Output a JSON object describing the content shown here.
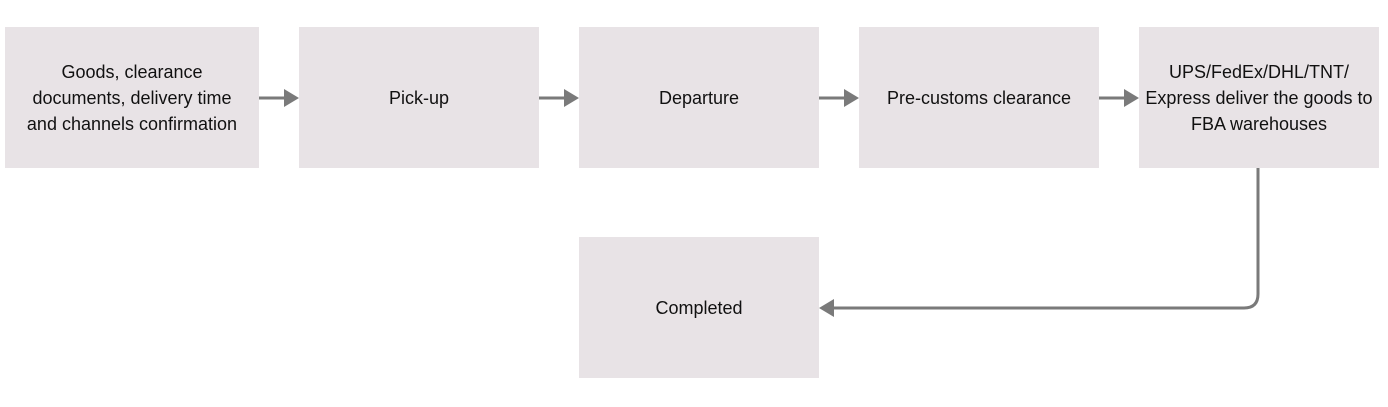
{
  "diagram": {
    "nodes": [
      {
        "id": "goods-confirmation",
        "label": "Goods, clearance\ndocuments, delivery time\nand channels confirmation"
      },
      {
        "id": "pick-up",
        "label": "Pick-up"
      },
      {
        "id": "departure",
        "label": "Departure"
      },
      {
        "id": "pre-customs-clearance",
        "label": "Pre-customs clearance"
      },
      {
        "id": "express-delivery",
        "label": "UPS/FedEx/DHL/TNT/\nExpress deliver the goods to\nFBA warehouses"
      },
      {
        "id": "completed",
        "label": "Completed"
      }
    ],
    "edges": [
      {
        "from": "goods-confirmation",
        "to": "pick-up"
      },
      {
        "from": "pick-up",
        "to": "departure"
      },
      {
        "from": "departure",
        "to": "pre-customs-clearance"
      },
      {
        "from": "pre-customs-clearance",
        "to": "express-delivery"
      },
      {
        "from": "express-delivery",
        "to": "completed"
      }
    ],
    "colors": {
      "node_fill": "#e8e3e6",
      "connector": "#7a7a7a",
      "text": "#111111"
    }
  }
}
